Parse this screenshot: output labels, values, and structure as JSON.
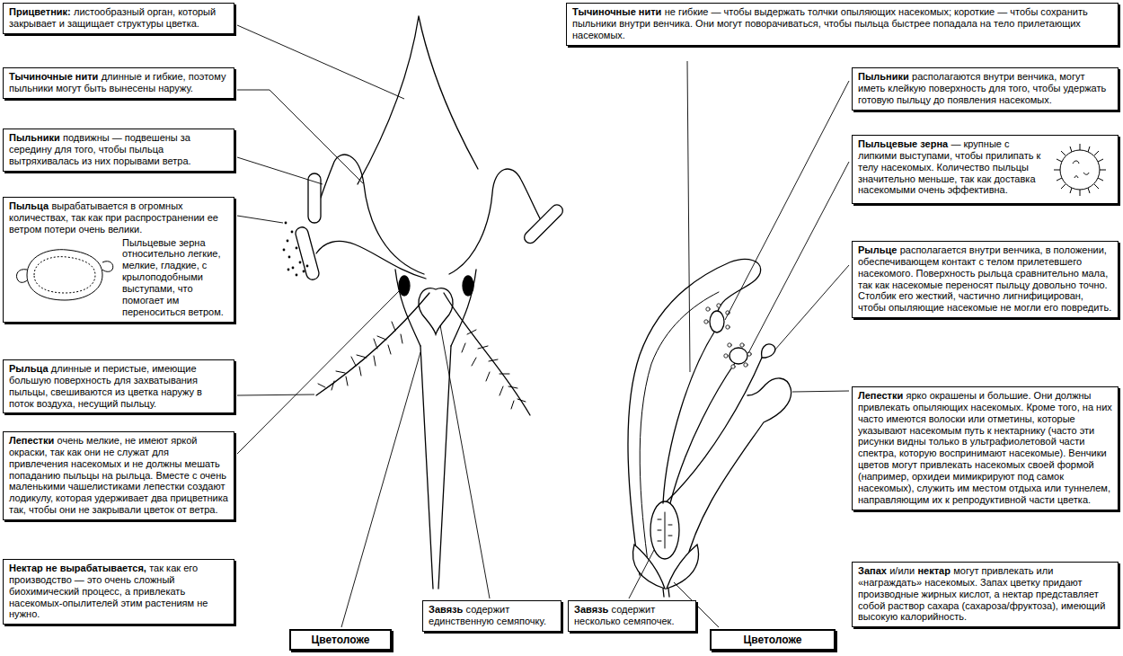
{
  "diagram": {
    "nodes": [
      {
        "text": [
          "Прицветник:",
          "листообразный орган, который закрывает и защищает структуры цветка."
        ]
      },
      {
        "text": [
          "Тычиночные нити",
          "длинные и гибкие, поэтому пыльники могут быть вынесены наружу."
        ]
      },
      {
        "text": [
          "Пыльники",
          "подвижны — подвешены за середину для того, чтобы пыльца вытряхивалась из них порывами ветра."
        ]
      },
      {
        "text": [
          "Пыльца",
          "вырабатывается в огромных количествах, так как при распространении ее ветром потери очень велики.",
          "Пыльцевые зерна относительно легкие, мелкие, гладкие, с крылоподобными выступами, что помогает им переноситься ветром."
        ]
      },
      {
        "text": [
          "Рыльца",
          "длинные и перистые, имеющие большую поверхность для захватывания пыльцы, свешиваются из цветка наружу в поток воздуха, несущий пыльцу."
        ]
      },
      {
        "text": [
          "Лепестки",
          "очень мелкие, не имеют яркой окраски, так как они не служат для привлечения насекомых и не должны мешать попаданию пыльцы на рыльца. Вместе с очень маленькими чашелистиками лепестки создают лодикулу, которая удерживает два прицветника так, чтобы они не закрывали цветок от ветра."
        ]
      },
      {
        "text": [
          "Нектар не вырабатывается,",
          "так как его производство — это очень сложный биохимический процесс, а привлекать насекомых-опылителей этим растениям не нужно."
        ]
      },
      {
        "text": [
          "Тычиночные нити",
          "не гибкие — чтобы выдержать толчки опыляющих насекомых; короткие — чтобы сохранить пыльники внутри венчика. Они могут поворачиваться, чтобы пыльца быстрее попадала на тело прилетающих насекомых."
        ]
      },
      {
        "text": [
          "Пыльники",
          "располагаются внутри венчика, могут иметь клейкую поверхность для того, чтобы удержать готовую пыльцу до появления насекомых."
        ]
      },
      {
        "text": [
          "Пыльцевые зерна",
          "— крупные с липкими выступами, чтобы прилипать к телу насекомых. Количество пыльцы значительно меньше, так как доставка насекомыми очень эффективна."
        ]
      },
      {
        "text": [
          "Рыльце",
          "располагается внутри венчика, в положении, обеспечивающем контакт с телом прилетевшего насекомого. Поверхность рыльца сравнительно мала, так как насекомые переносят пыльцу довольно точно. Столбик его жесткий, частично лигнифицирован, чтобы опыляющие насекомые не могли его повредить."
        ]
      },
      {
        "text": [
          "Лепестки",
          "ярко окрашены и большие. Они должны привлекать опыляющих насекомых. Кроме того, на них часто имеются волоски или отметины, которые указывают насекомым путь к нектарнику (часто эти рисунки видны только в ультрафиолетовой части спектра, которую воспринимают насекомые). Венчики цветов могут привлекать насекомых своей формой (например, орхидеи мимикрируют под самок насекомых), служить им местом отдыха или туннелем, направляющим их к репродуктивной части цветка."
        ]
      },
      {
        "text": [
          "Запах",
          "и/или",
          "нектар",
          "могут привлекать или «награждать» насекомых. Запах цветку придают производные жирных кислот, а нектар представляет собой раствор сахара (сахароза/фруктоза), имеющий высокую калорийность."
        ]
      },
      {
        "text": [
          "Цветоложе"
        ]
      },
      {
        "text": [
          "Завязь",
          "содержит единственную семяпочку."
        ]
      },
      {
        "text": [
          "Завязь",
          "содержит несколько семяпочек."
        ]
      },
      {
        "text": [
          "Цветоложе"
        ]
      }
    ]
  }
}
